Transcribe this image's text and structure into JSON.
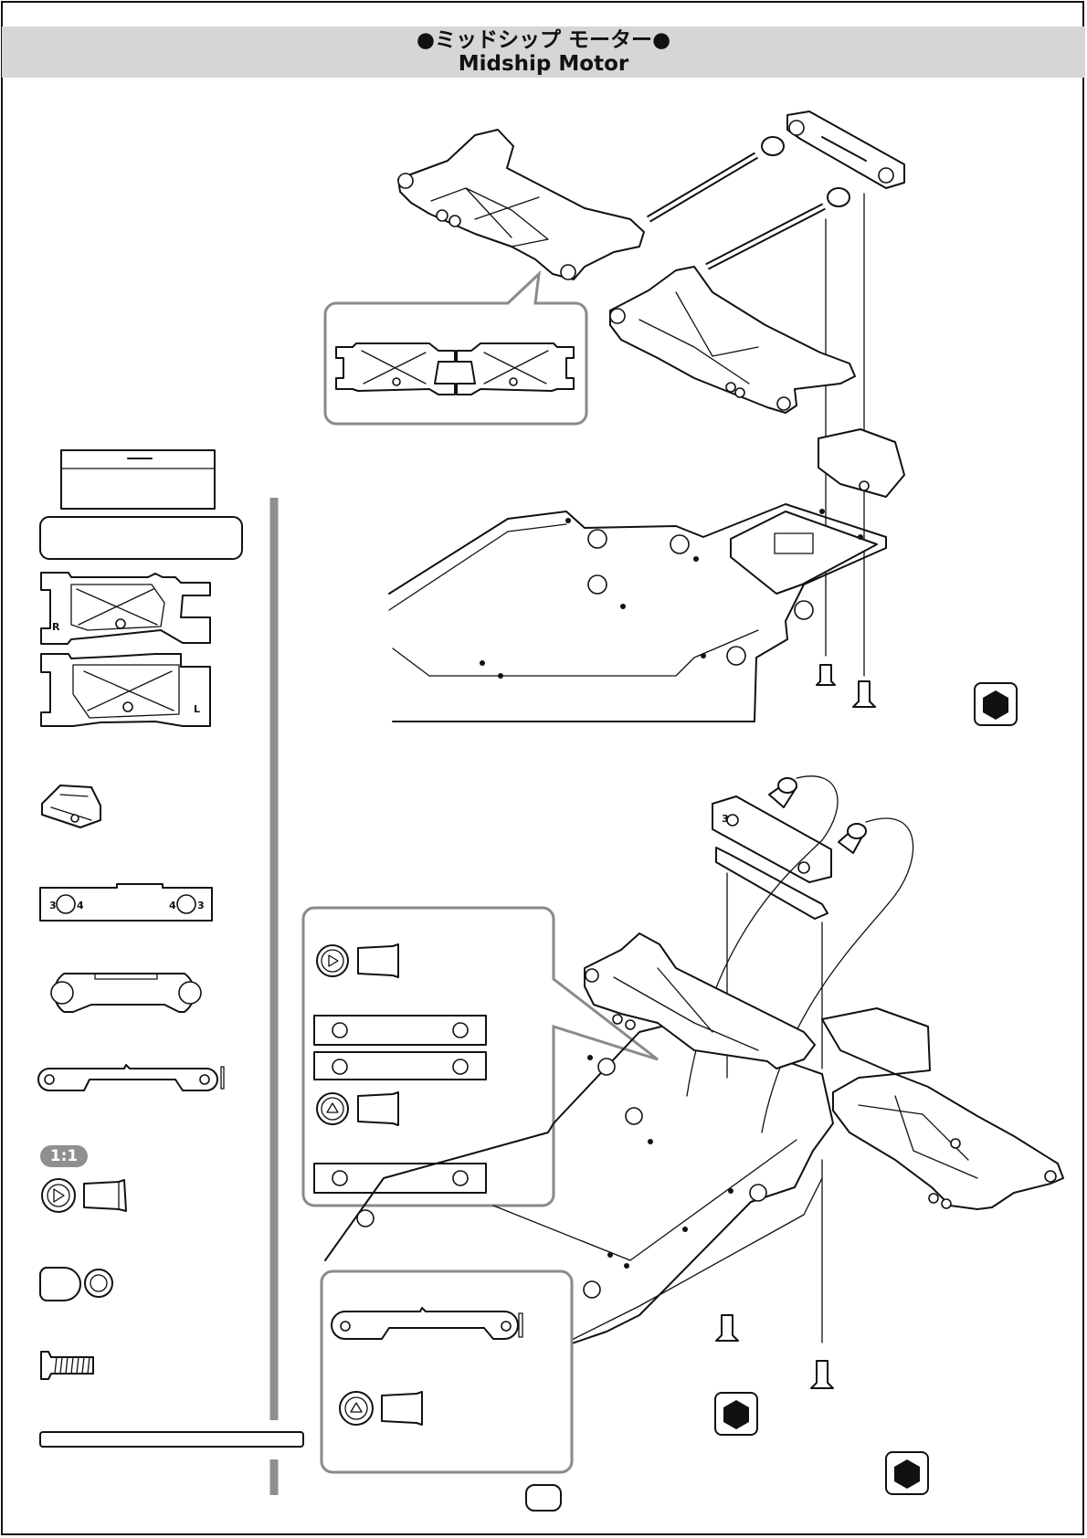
{
  "title": {
    "japanese": "●ミッドシップ モーター●",
    "english": "Midship Motor"
  },
  "parts_list": {
    "arm_markers": [
      "R",
      "L"
    ],
    "spacer_marks": [
      "3",
      "4",
      "4",
      "3"
    ],
    "scale_badge": "1:1"
  },
  "icons": [
    "hex-wrench-icon",
    "hex-wrench-icon",
    "hex-wrench-icon",
    "hex-wrench-icon"
  ]
}
